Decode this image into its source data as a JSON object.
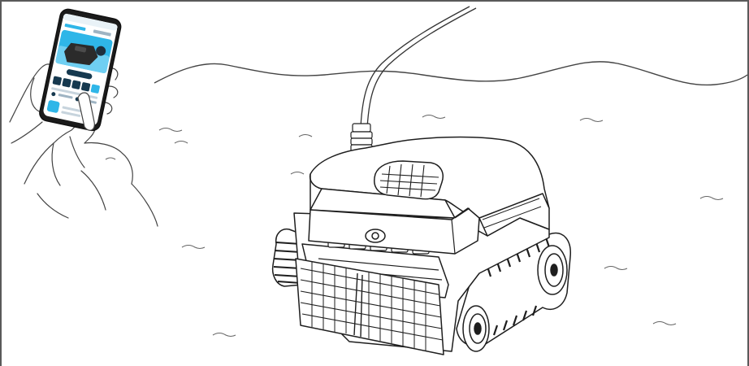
{
  "illustration": {
    "subject": "pool-cleaning-robot",
    "scene": "underwater-pool-floor",
    "hand_holding": "phone",
    "accent_colors": {
      "phone_screen": "#2fb6e8",
      "phone_screen_dark": "#16394f",
      "line_art": "#222222",
      "border": "#5a5a5a"
    }
  }
}
